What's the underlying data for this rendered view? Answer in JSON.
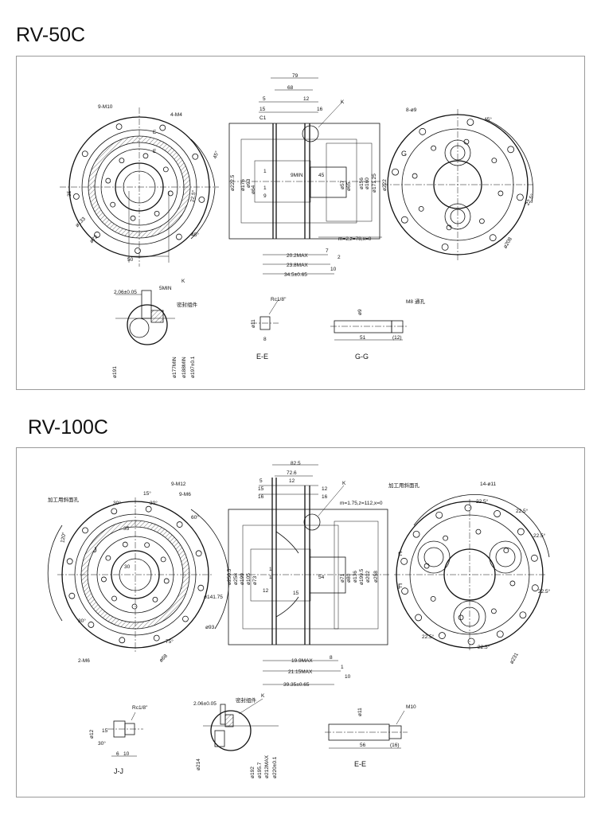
{
  "rv50c": {
    "title": "RV-50C",
    "front_view": [
      "9-M10",
      "4-M4",
      "E",
      "E",
      "35",
      "ø133",
      "ø73",
      "45°",
      "22.5°",
      "45°",
      "50"
    ],
    "side_view": [
      "79",
      "68",
      "5",
      "12",
      "15",
      "16",
      "C1",
      "K",
      "ø222.5",
      "ø176",
      "ø93",
      "ø64",
      "9MIN",
      "45",
      "1",
      "1",
      "9",
      "ø57",
      "ø65",
      "ø156",
      "ø160",
      "ø171.25",
      "ø222",
      "m=2,z=78,x=0",
      "20.2MAX",
      "7",
      "2",
      "23.8MAX",
      "10",
      "34.5±0.65"
    ],
    "rear_view": [
      "8-ø9",
      "45°",
      "G",
      "22.5°",
      "ø208"
    ],
    "detail_k": [
      "2.06±0.05",
      "5MIN",
      "K",
      "密封组件",
      "ø191",
      "ø177MIN",
      "ø188MIN",
      "ø197±0.1"
    ],
    "section_e": [
      "Rc1/8''",
      "ø11",
      "8",
      "E-E"
    ],
    "section_g": [
      "ø9",
      "M8 通孔",
      "51",
      "(12)",
      "G-G"
    ]
  },
  "rv100c": {
    "title": "RV-100C",
    "front_view": [
      "9-M12",
      "9-M6",
      "15°",
      "30°",
      "30°",
      "35",
      "60°",
      "120°",
      "J",
      "30",
      "ø141.75",
      "ø93",
      "30°",
      "75°",
      "ø68",
      "2-M6",
      "加工用斜面孔"
    ],
    "side_view": [
      "82.5",
      "72.6",
      "5",
      "12",
      "15",
      "16",
      "12",
      "16",
      "K",
      "m=1.75,z=112,x=0",
      "ø250.5",
      "ø258",
      "ø199",
      "ø105",
      "ø73",
      "1",
      "1",
      "12",
      "15",
      "54",
      "ø71",
      "ø80",
      "ø136",
      "ø199.5",
      "ø202",
      "ø258",
      "19.9MAX",
      "8",
      "21.15MAX",
      "1",
      "10",
      "39.35±0.65"
    ],
    "rear_view": [
      "加工用斜面孔",
      "14-ø11",
      "22.5°",
      "22.5°",
      "22.5°",
      "22.5°",
      "22.5°",
      "22.5°",
      "F",
      "F",
      "ø231"
    ],
    "section_j": [
      "Rc1/8''",
      "ø12",
      "15",
      "30°",
      "6",
      "10",
      "J-J"
    ],
    "detail_k": [
      "2.06±0.05",
      "密封组件",
      "K",
      "ø214",
      "ø192",
      "ø195.7",
      "ø212MAX",
      "ø220±0.1"
    ],
    "section_e": [
      "M10",
      "ø11",
      "56",
      "(16)",
      "E-E"
    ]
  }
}
